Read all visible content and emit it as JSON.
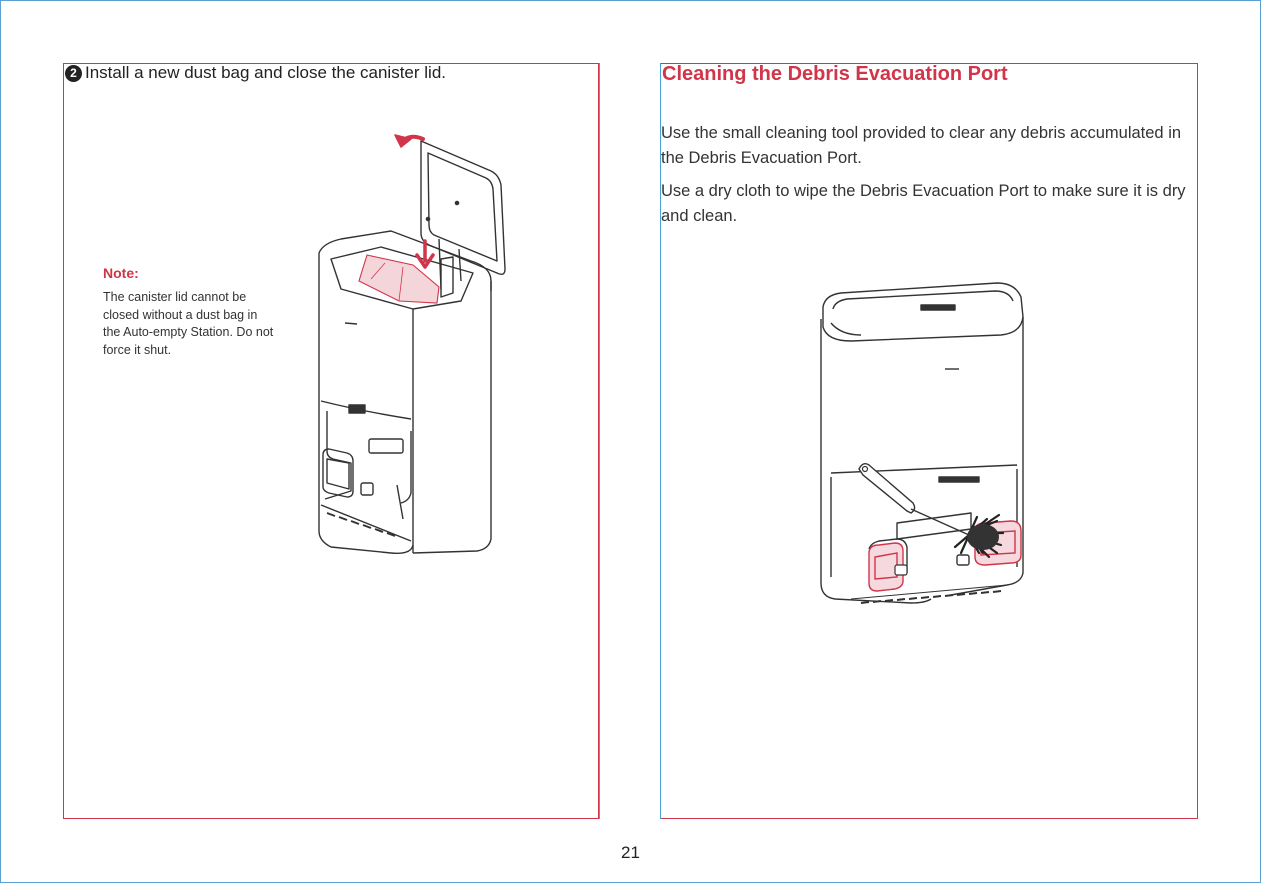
{
  "left": {
    "step_number": "2",
    "step_text": "Install a new dust bag and close the canister lid.",
    "note_title": "Note:",
    "note_text": "The canister lid cannot be closed without a dust bag in the Auto-empty Station. Do not force it shut."
  },
  "right": {
    "section_title": "Cleaning the Debris Evacuation Port",
    "paragraph_1": "Use the small cleaning tool provided to clear any debris accumulated in the Debris Evacuation Port.",
    "paragraph_2": "Use a dry cloth to wipe the Debris Evacuation Port to make sure it is dry and clean."
  },
  "page_number": "21",
  "colors": {
    "accent": "#d0354a",
    "guide": "#4aa0d8",
    "text": "#333333"
  },
  "icons": [
    "curved-arrow-icon",
    "down-arrow-icon",
    "cleaning-brush-icon"
  ]
}
